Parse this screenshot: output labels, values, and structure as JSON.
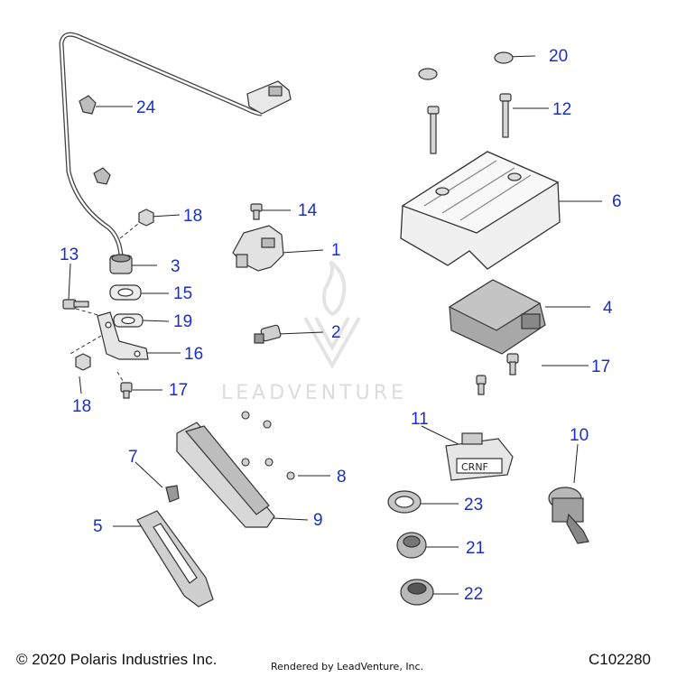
{
  "callouts": {
    "c1": "1",
    "c2": "2",
    "c3": "3",
    "c4": "4",
    "c5": "5",
    "c6": "6",
    "c7": "7",
    "c8": "8",
    "c9": "9",
    "c10": "10",
    "c11": "11",
    "c12": "12",
    "c13": "13",
    "c14": "14",
    "c15": "15",
    "c16": "16",
    "c17a": "17",
    "c17b": "17",
    "c18a": "18",
    "c18b": "18",
    "c19": "19",
    "c20": "20",
    "c21": "21",
    "c22": "22",
    "c23": "23",
    "c24": "24"
  },
  "footer": {
    "copyright": "© 2020 Polaris Industries Inc.",
    "rendered_by": "Rendered by LeadVenture, Inc.",
    "diagram_code": "C102280"
  },
  "watermark": {
    "text": "LEADVENTURE"
  },
  "switch_label": "CRNF",
  "colors": {
    "callout": "#1a2fc8",
    "line": "#222222"
  }
}
